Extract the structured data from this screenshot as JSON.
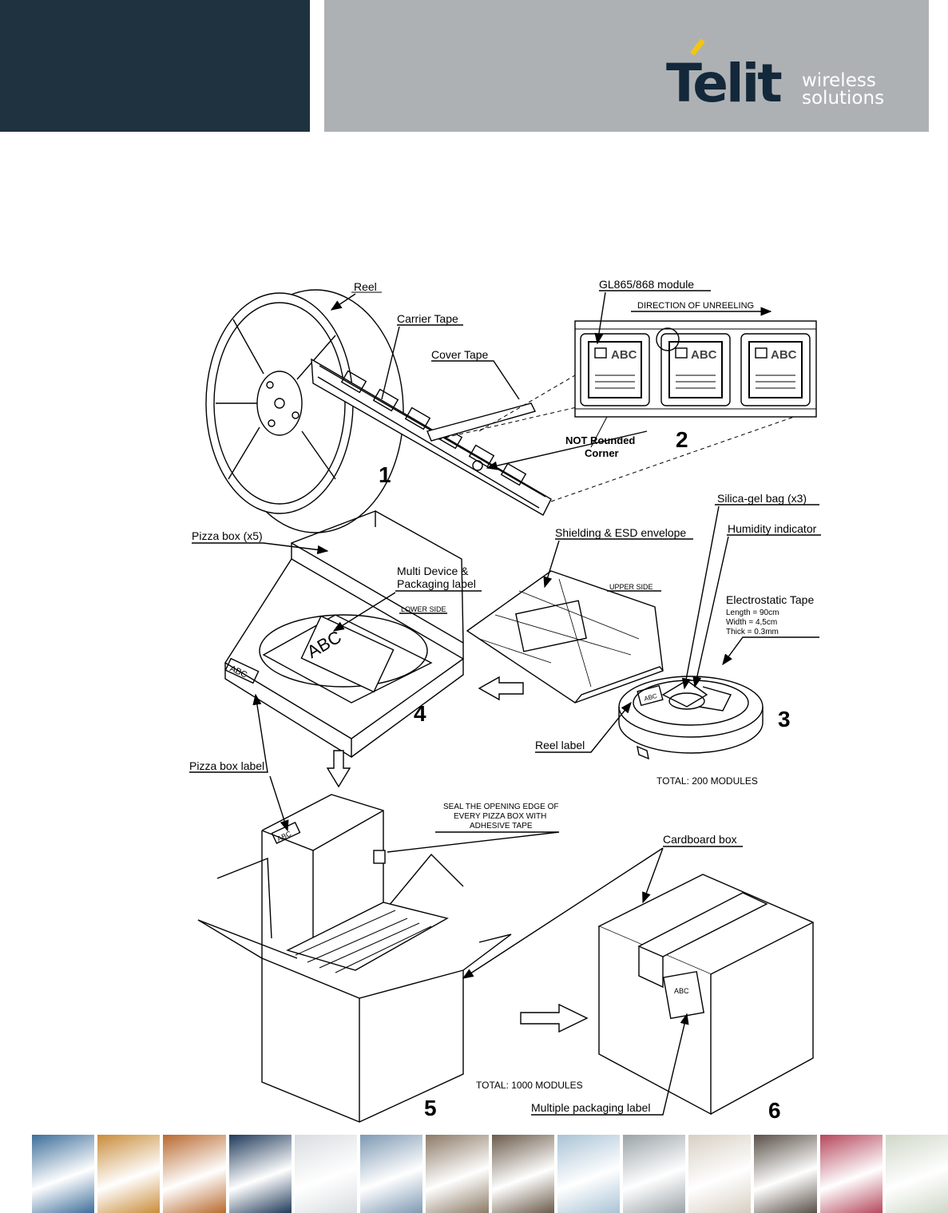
{
  "header": {
    "logo_word": "Telit",
    "logo_line1": "wireless",
    "logo_line2": "solutions",
    "colors": {
      "dark_panel": "#1e3240",
      "grey_panel": "#aeb1b4",
      "logo_text": "#13283a",
      "logo_accent": "#f0c419"
    }
  },
  "figure": {
    "labels": {
      "reel": "Reel",
      "carrier_tape": "Carrier Tape",
      "cover_tape": "Cover Tape",
      "module": "GL865/868 module",
      "direction": "DIRECTION OF UNREELING",
      "not_rounded_1": "NOT Rounded",
      "not_rounded_2": "Corner",
      "pizza_box": "Pizza box (x5)",
      "multi_label_1": "Multi Device &",
      "multi_label_2": "Packaging label",
      "lower_side": "LOWER SIDE",
      "shielding": "Shielding & ESD envelope",
      "upper_side": "UPPER SIDE",
      "silica": "Silica-gel bag (x3)",
      "humidity": "Humidity indicator",
      "estape": "Electrostatic Tape",
      "length": "Length = 90cm",
      "width": "Width = 4,5cm",
      "thick": "Thick = 0.3mm",
      "reel_label": "Reel label",
      "total_200": "TOTAL: 200  MODULES",
      "pizza_box_label": "Pizza box label",
      "seal_1": "SEAL THE OPENING EDGE OF",
      "seal_2": "EVERY PIZZA BOX WITH",
      "seal_3": "ADHESIVE TAPE",
      "cardboard": "Cardboard box",
      "total_1000": "TOTAL: 1000  MODULES",
      "multi_pack": "Multiple packaging label",
      "abc": "ABC"
    },
    "steps": [
      "1",
      "2",
      "3",
      "4",
      "5",
      "6"
    ]
  },
  "footer": {
    "thumbnails": [
      "road-traffic-photo",
      "emergency-phone-photo",
      "freight-train-photo",
      "digital-clock-photo",
      "keyboard-photo",
      "cyclist-photo",
      "card-terminal-photo",
      "vending-machine-photo",
      "wind-turbines-photo",
      "utility-meter-photo",
      "security-sensor-photo",
      "shopping-street-photo",
      "production-line-photo",
      "surveillance-camera-photo"
    ],
    "colors": [
      "#3d6e9a",
      "#c98c3a",
      "#b86a2e",
      "#1f3a5a",
      "#d9dde0",
      "#7e99b3",
      "#8c7a66",
      "#6b5b4a",
      "#a9c3d6",
      "#9aa3a8",
      "#d8cfc3",
      "#5a5048",
      "#b5475c",
      "#cfd8c8"
    ]
  }
}
